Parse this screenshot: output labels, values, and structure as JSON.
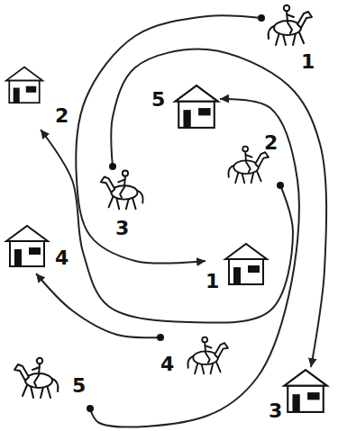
{
  "diagram": {
    "nodes": [
      {
        "text": [
          "1"
        ]
      },
      {
        "text": [
          "2"
        ]
      },
      {
        "text": [
          "5"
        ]
      },
      {
        "text": [
          "2"
        ]
      },
      {
        "text": [
          "3"
        ]
      },
      {
        "text": [
          "4"
        ]
      },
      {
        "text": [
          "1"
        ]
      },
      {
        "text": [
          "4"
        ]
      },
      {
        "text": [
          "5"
        ]
      },
      {
        "text": [
          "3"
        ]
      }
    ],
    "edges": [
      {
        "from": 0,
        "to": 6,
        "arrow": "to"
      },
      {
        "from": 3,
        "to": 1,
        "arrow": "to"
      },
      {
        "from": 4,
        "to": 9,
        "arrow": "to"
      },
      {
        "from": 7,
        "to": 5,
        "arrow": "to"
      },
      {
        "from": 8,
        "to": 2,
        "arrow": "to"
      }
    ]
  }
}
